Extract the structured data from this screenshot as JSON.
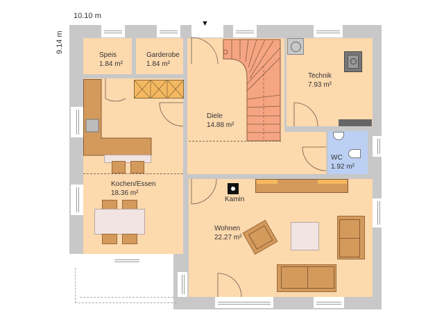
{
  "plan": {
    "width_label": "10.10 m",
    "height_label": "9.14 m",
    "entrance_marker": "▼"
  },
  "rooms": {
    "speis": {
      "name": "Speis",
      "area": "1.84 m²"
    },
    "garderobe": {
      "name": "Garderobe",
      "area": "1.84 m²"
    },
    "technik": {
      "name": "Technik",
      "area": "7.93 m²"
    },
    "diele": {
      "name": "Diele",
      "area": "14.88 m²"
    },
    "wc": {
      "name": "WC",
      "area": "1.92 m²"
    },
    "kochen": {
      "name": "Kochen/Essen",
      "area": "18.36 m²"
    },
    "wohnen": {
      "name": "Wohnen",
      "area": "22.27 m²"
    }
  },
  "fixtures": {
    "kamin": "Kamin"
  },
  "colors": {
    "room_fill": "#fdd9ae",
    "wc_fill": "#bcd0f4",
    "wall": "#c8c8c8",
    "stairs": "#f5a582",
    "furniture": "#d39a5c"
  }
}
